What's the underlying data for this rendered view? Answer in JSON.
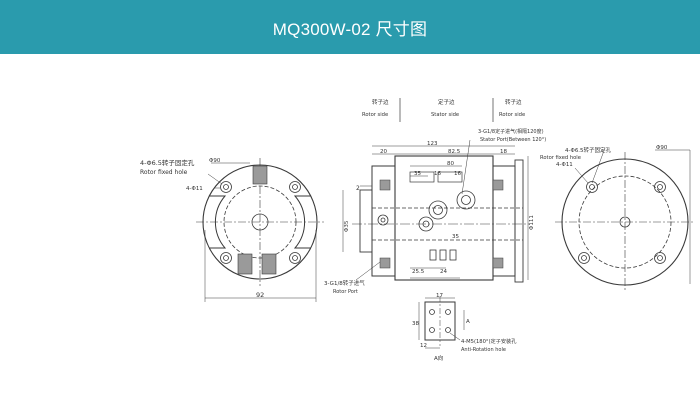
{
  "header": {
    "title": "MQ300W-02 尺寸图"
  },
  "colors": {
    "banner": "#2a9bad",
    "line": "#3a3a3a"
  },
  "top_labels": {
    "rotor_side_cn": "转子边",
    "rotor_side_en": "Rotor side",
    "stator_side_cn": "定子边",
    "stator_side_en": "Stator side",
    "rotor_side2_cn": "转子边",
    "rotor_side2_en": "Rotor side"
  },
  "callouts": {
    "stator_port_cn": "3-G1/8定子进气(相隔120度)",
    "stator_port_en": "Stator Port(Between 120°)",
    "rotor_fixed_left_cn": "4-Φ6.5转子固定孔",
    "rotor_fixed_left_en": "Rotor fixed hole",
    "rotor_fixed_right_cn": "4-Φ6.5转子固定孔",
    "rotor_fixed_right_en": "Rotor fixed hole",
    "rotor_port_cn": "3-G1/8转子进气",
    "rotor_port_en": "Rotor Port",
    "anti_rotation_cn": "4-M5(180°)定子安装孔",
    "anti_rotation_en": "Anti-Rotation hole"
  },
  "dims": {
    "d90_left": "Φ90",
    "d11_left": "4-Φ11",
    "d92": "92",
    "d123": "123",
    "d20": "20",
    "d82": "82.5",
    "d18": "18",
    "d80": "80",
    "d35": "35",
    "d16a": "16",
    "d16b": "16",
    "d2": "2",
    "d35b": "35",
    "dphi": "Φ35",
    "d111": "Φ111",
    "d25": "25.5",
    "d24": "24",
    "d90_right": "Φ90",
    "d11_right": "4-Φ11",
    "d17": "17",
    "d38": "38",
    "d12": "12",
    "d_a": "A",
    "d_ab": "A向"
  }
}
